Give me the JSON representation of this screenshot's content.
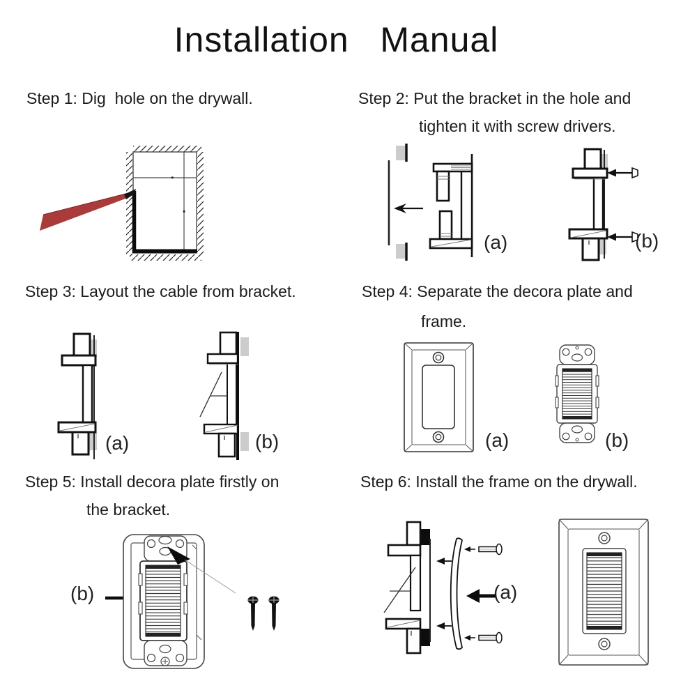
{
  "title": "Installation   Manual",
  "steps": {
    "s1": {
      "caption": "Step 1: Dig  hole on the drywall."
    },
    "s2": {
      "caption_line1": "Step 2: Put the bracket in the hole and",
      "caption_line2": "tighten it with screw drivers.",
      "label_a": "(a)",
      "label_b": "(b)"
    },
    "s3": {
      "caption": "Step 3: Layout the cable from bracket.",
      "label_a": "(a)",
      "label_b": "(b)"
    },
    "s4": {
      "caption_line1": "Step 4: Separate the decora plate and",
      "caption_line2": "frame.",
      "label_a": "(a)",
      "label_b": "(b)"
    },
    "s5": {
      "caption_line1": "Step 5: Install decora plate firstly on",
      "caption_line2": "the bracket.",
      "label_b": "(b)"
    },
    "s6": {
      "caption": "Step 6: Install the frame on the drywall.",
      "label_a": "(a)"
    }
  },
  "colors": {
    "blade_red": "#a93b3b",
    "drywall_gray": "#cccccc",
    "ink": "#141414"
  }
}
